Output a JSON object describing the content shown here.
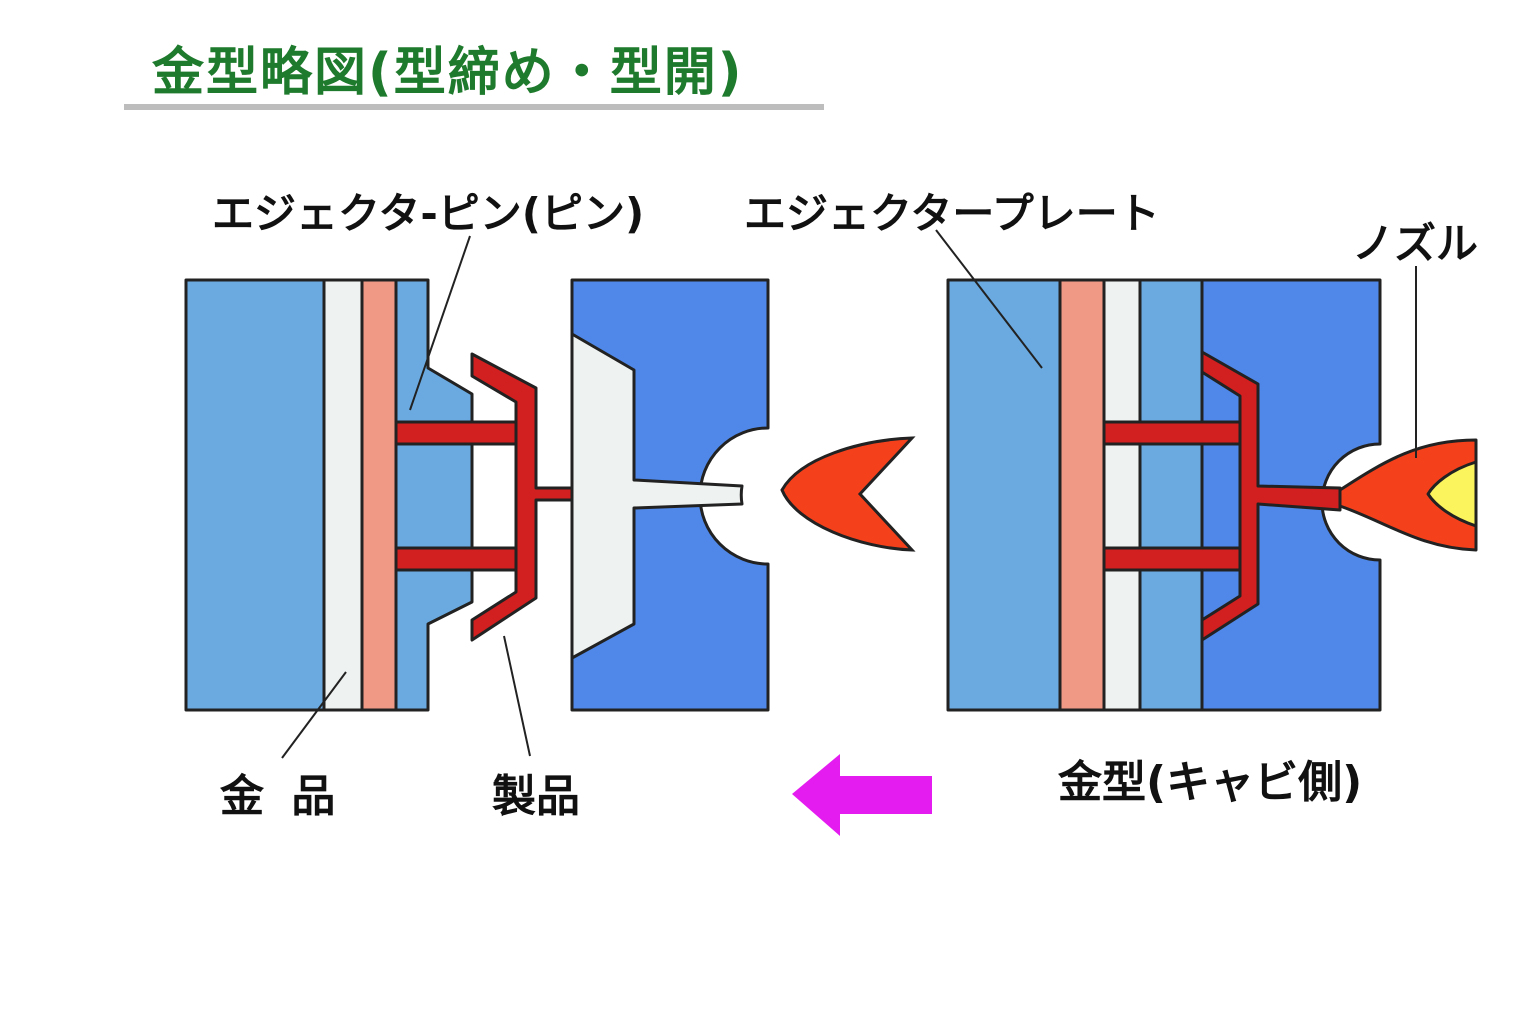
{
  "title": "金型略図(型締め・型開)",
  "labels": {
    "ejector_pin": "エジェクタ-ピン(ピン)",
    "ejector_plate": "エジェクタープレート",
    "nozzle": "ノズル",
    "mold": "金 品",
    "product": "製品",
    "mold_cavity_side": "金型(キャビ側)"
  },
  "colors": {
    "title_green": "#1e7a2c",
    "light_blue": "#6aaae0",
    "medium_blue": "#4f88e8",
    "pale_gray": "#eef2f0",
    "salmon": "#f09a86",
    "product_red": "#d21f1f",
    "flame_orange": "#f5401c",
    "nozzle_yellow": "#fbf45c",
    "arrow_magenta": "#e41cf0",
    "outline": "#222222"
  },
  "icons": {
    "direction_arrow": "left-arrow-icon",
    "resin_blob": "flame-icon"
  }
}
